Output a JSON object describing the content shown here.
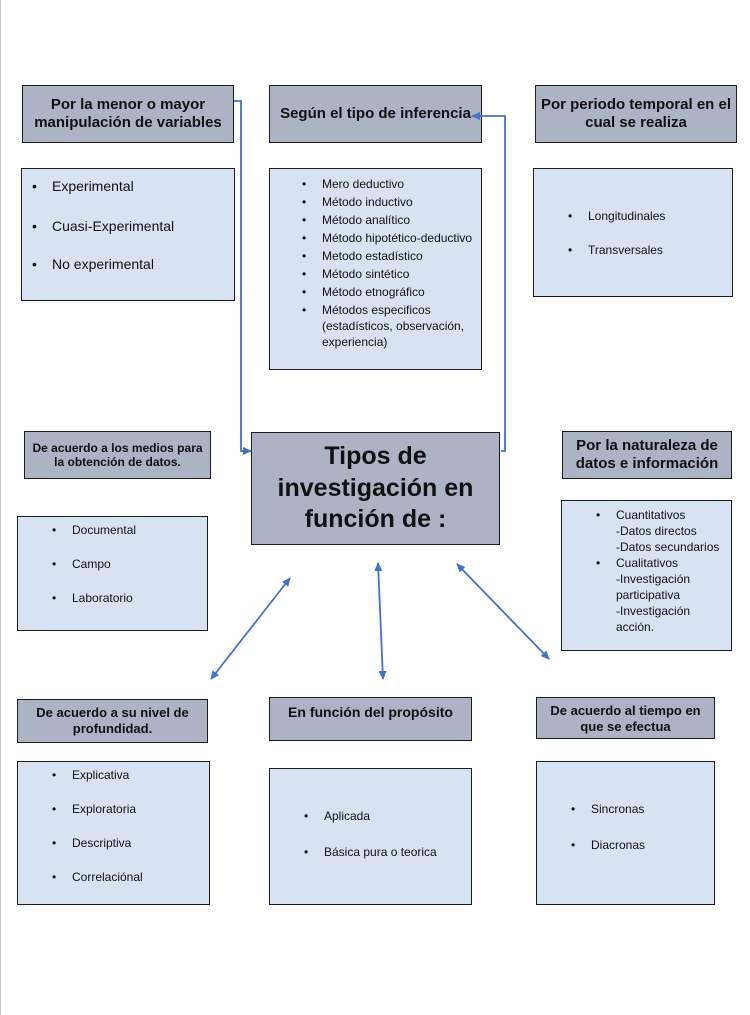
{
  "center": {
    "lines": [
      "Tipos de",
      "investigación en",
      "función de :"
    ]
  },
  "groups": {
    "manipulacion": {
      "title": "Por la menor o mayor manipulación de variables",
      "items": [
        "Experimental",
        "Cuasi-Experimental",
        "No experimental"
      ]
    },
    "inferencia": {
      "title": "Según el tipo de inferencia",
      "items": [
        "Mero deductivo",
        "Método inductivo",
        "Método analítico",
        "Método hipotético-deductivo",
        "Metodo estadístico",
        "Método sintético",
        "Método etnográfico",
        "Métodos especificos (estadísticos, observación, experiencia)"
      ]
    },
    "periodo": {
      "title": "Por periodo temporal en el cual se realiza",
      "items": [
        "Longitudinales",
        "Transversales"
      ]
    },
    "medios": {
      "title": "De acuerdo a los medios para la obtención de datos.",
      "items": [
        "Documental",
        "Campo",
        "Laboratorio"
      ]
    },
    "naturaleza": {
      "title": "Por la naturaleza de datos e información",
      "items": [
        {
          "label": "Cuantitativos",
          "subs": [
            "-Datos directos",
            "-Datos secundarios"
          ]
        },
        {
          "label": "Cualitativos",
          "subs": [
            "-Investigación participativa",
            "-Investigación acción."
          ]
        }
      ]
    },
    "profundidad": {
      "title": "De acuerdo a su nivel de profundidad.",
      "items": [
        "Explicativa",
        "Exploratoria",
        "Descriptiva",
        "Correlaciónal"
      ]
    },
    "proposito": {
      "title": "En función del propósito",
      "items": [
        "Aplicada",
        "Básica pura o teorica"
      ]
    },
    "tiempo": {
      "title": "De acuerdo al tiempo en que se efectua",
      "items": [
        "Sincronas",
        "Diacronas"
      ]
    }
  },
  "colors": {
    "header_fill": "#abb3c4",
    "box_fill": "#d9e2f3",
    "arrow": "#4472c4",
    "border": "#1c1c1c"
  }
}
